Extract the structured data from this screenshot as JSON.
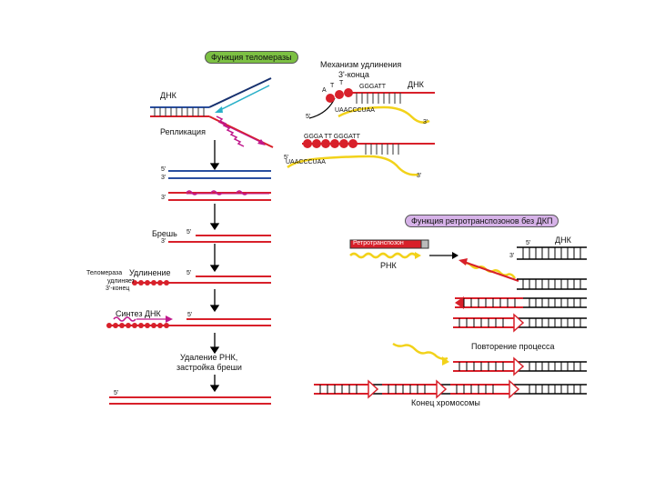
{
  "left": {
    "title_pill": "Функция теломеразы",
    "dna": "ДНК",
    "replication": "Репликация",
    "five": "5'",
    "three": "3'",
    "gap": "Брешь",
    "telomerase_small": "Теломераза",
    "extension": "Удлинение",
    "extends": "удлиняет",
    "three_end": "3'-конец",
    "dna_synthesis": "Синтез ДНК",
    "rna_removal": "Удаление РНК,",
    "gap_fill": "застройка бреши"
  },
  "mechanism": {
    "title1": "Механизм удлинения",
    "title2": "3'-конца",
    "dna": "ДНК",
    "seq_top1": "GGGATT",
    "seq_t": "T",
    "seq_a": "A",
    "seq_t2": "T",
    "seq_bottom1": "UAACCCUAA",
    "seq_top2": "GGGA TT GGGATT",
    "seq_bottom2": "UAACCCUAA",
    "five": "5'",
    "three": "3'"
  },
  "right": {
    "title_pill": "Функция ретротранспозонов без ДКП",
    "retro": "Ретротранспозон",
    "rna": "РНК",
    "dna": "ДНК",
    "five": "5'",
    "three": "3'",
    "repeat": "Повторение процесса",
    "chrom_end": "Конец хромосомы"
  },
  "colors": {
    "red": "#d8202a",
    "blue": "#2a4fa0",
    "navy": "#16306e",
    "yellow": "#f2d21a",
    "magenta": "#c0188c",
    "pill_green": "#7cc043",
    "pill_purple": "#d6b2e8",
    "black": "#000000"
  }
}
